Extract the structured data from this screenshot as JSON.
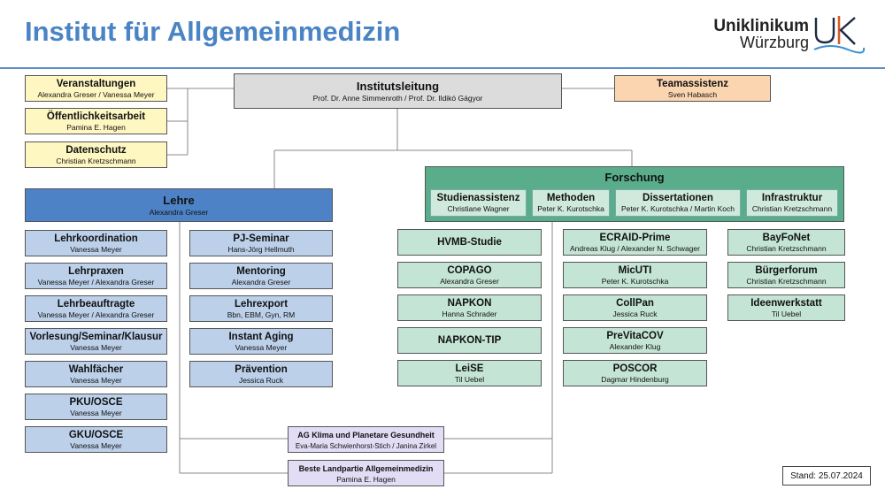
{
  "header": {
    "title": "Institut für Allgemeinmedizin",
    "logo_line1": "Uniklinikum",
    "logo_line2": "Würzburg"
  },
  "colors": {
    "title": "#4a84c4",
    "lehre_header": "#4d83c6",
    "lehre_items": "#bcd0ea",
    "forschung_header": "#5aad8b",
    "forschung_items": "#c4e4d6",
    "admin": "#fff7c2",
    "teamassistenz": "#fbd4b0",
    "ag": "#e2ddf5"
  },
  "leitung": {
    "title": "Institutsleitung",
    "names": "Prof. Dr. Anne Simmenroth / Prof. Dr. Ildikó Gágyor"
  },
  "team": {
    "title": "Teamassistenz",
    "names": "Sven Habasch"
  },
  "admin": [
    {
      "title": "Veranstaltungen",
      "names": "Alexandra Greser / Vanessa Meyer"
    },
    {
      "title": "Öffentlichkeitsarbeit",
      "names": "Pamina E. Hagen"
    },
    {
      "title": "Datenschutz",
      "names": "Christian Kretzschmann"
    }
  ],
  "lehre": {
    "title": "Lehre",
    "names": "Alexandra Greser",
    "col1": [
      {
        "title": "Lehrkoordination",
        "names": "Vanessa Meyer"
      },
      {
        "title": "Lehrpraxen",
        "names": "Vanessa Meyer / Alexandra Greser"
      },
      {
        "title": "Lehrbeauftragte",
        "names": "Vanessa Meyer / Alexandra Greser"
      },
      {
        "title": "Vorlesung/Seminar/Klausur",
        "names": "Vanessa Meyer"
      },
      {
        "title": "Wahlfächer",
        "names": "Vanessa Meyer"
      },
      {
        "title": "PKU/OSCE",
        "names": "Vanessa Meyer"
      },
      {
        "title": "GKU/OSCE",
        "names": "Vanessa Meyer"
      }
    ],
    "col2": [
      {
        "title": "PJ-Seminar",
        "names": "Hans-Jörg Hellmuth"
      },
      {
        "title": "Mentoring",
        "names": "Alexandra Greser"
      },
      {
        "title": "Lehrexport",
        "names": "Bbn, EBM, Gyn, RM"
      },
      {
        "title": "Instant Aging",
        "names": "Vanessa Meyer"
      },
      {
        "title": "Prävention",
        "names": "Jessica Ruck"
      }
    ]
  },
  "forschung": {
    "title": "Forschung",
    "sub": [
      {
        "title": "Studienassistenz",
        "names": "Christiane Wagner"
      },
      {
        "title": "Methoden",
        "names": "Peter K. Kurotschka"
      },
      {
        "title": "Dissertationen",
        "names": "Peter K. Kurotschka / Martin Koch"
      },
      {
        "title": "Infrastruktur",
        "names": "Christian Kretzschmann"
      }
    ],
    "col1": [
      {
        "title": "HVMB-Studie",
        "names": ""
      },
      {
        "title": "COPAGO",
        "names": "Alexandra Greser"
      },
      {
        "title": "NAPKON",
        "names": "Hanna Schrader"
      },
      {
        "title": "NAPKON-TIP",
        "names": ""
      },
      {
        "title": "LeiSE",
        "names": "Til Uebel"
      }
    ],
    "col2": [
      {
        "title": "ECRAID-Prime",
        "names": "Andreas Klug / Alexander N. Schwager"
      },
      {
        "title": "MicUTI",
        "names": "Peter K. Kurotschka"
      },
      {
        "title": "CollPan",
        "names": "Jessica Ruck"
      },
      {
        "title": "PreVitaCOV",
        "names": "Alexander Klug"
      },
      {
        "title": "POSCOR",
        "names": "Dagmar Hindenburg"
      }
    ],
    "col3": [
      {
        "title": "BayFoNet",
        "names": "Christian Kretzschmann"
      },
      {
        "title": "Bürgerforum",
        "names": "Christian Kretzschmann"
      },
      {
        "title": "Ideenwerkstatt",
        "names": "Til Uebel"
      }
    ]
  },
  "ag": [
    {
      "title": "AG Klima und Planetare Gesundheit",
      "names": "Eva-Maria Schwienhorst-Stich / Janina Zirkel"
    },
    {
      "title": "Beste Landpartie Allgemeinmedizin",
      "names": "Pamina E. Hagen"
    }
  ],
  "stand": "Stand: 25.07.2024"
}
